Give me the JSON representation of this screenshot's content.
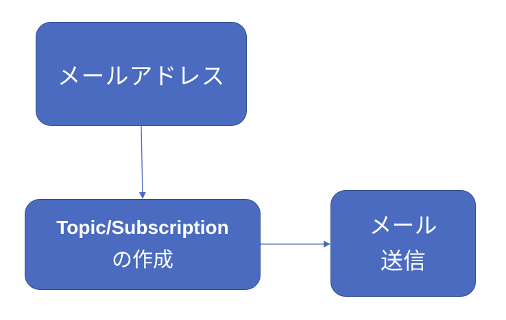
{
  "diagram": {
    "nodes": [
      {
        "id": "email-address",
        "lines": [
          "メールアドレス"
        ]
      },
      {
        "id": "topic-subscription",
        "lines": [
          "Topic/Subscription",
          "の作成"
        ]
      },
      {
        "id": "send-mail",
        "lines": [
          "メール",
          "送信"
        ]
      }
    ],
    "edges": [
      {
        "from": "email-address",
        "to": "topic-subscription"
      },
      {
        "from": "topic-subscription",
        "to": "send-mail"
      }
    ],
    "colors": {
      "node_fill": "#4a6bbf",
      "node_border": "#2f4a8a",
      "text": "#ffffff",
      "edge": "#4a6bbf"
    }
  }
}
